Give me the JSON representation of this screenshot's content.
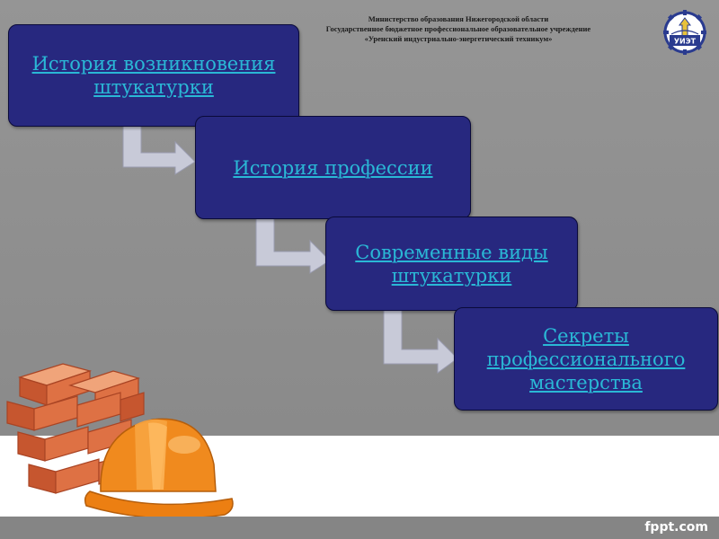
{
  "header": {
    "line1": "Министерство образования Нижегородской области",
    "line2": "Государственное бюджетное профессиональное образовательное учреждение",
    "line3": "«Уренский индустриально-энергетический техникум»"
  },
  "logo": {
    "label": "УИЭТ",
    "icon": "school-emblem-icon"
  },
  "steps": [
    {
      "label": "История возникновения штукатурки"
    },
    {
      "label": "История профессии"
    },
    {
      "label": "Современные виды штукатурки"
    },
    {
      "label": "Секреты профессионального мастерства"
    }
  ],
  "footer": {
    "brand": "fppt.com"
  },
  "colors": {
    "box_fill": "#27287f",
    "link_text": "#2ab8d6",
    "arrow_fill": "#c8cad8",
    "background": "#8e8e8e"
  },
  "decor": {
    "illustration": "bricks-and-hard-hat"
  }
}
